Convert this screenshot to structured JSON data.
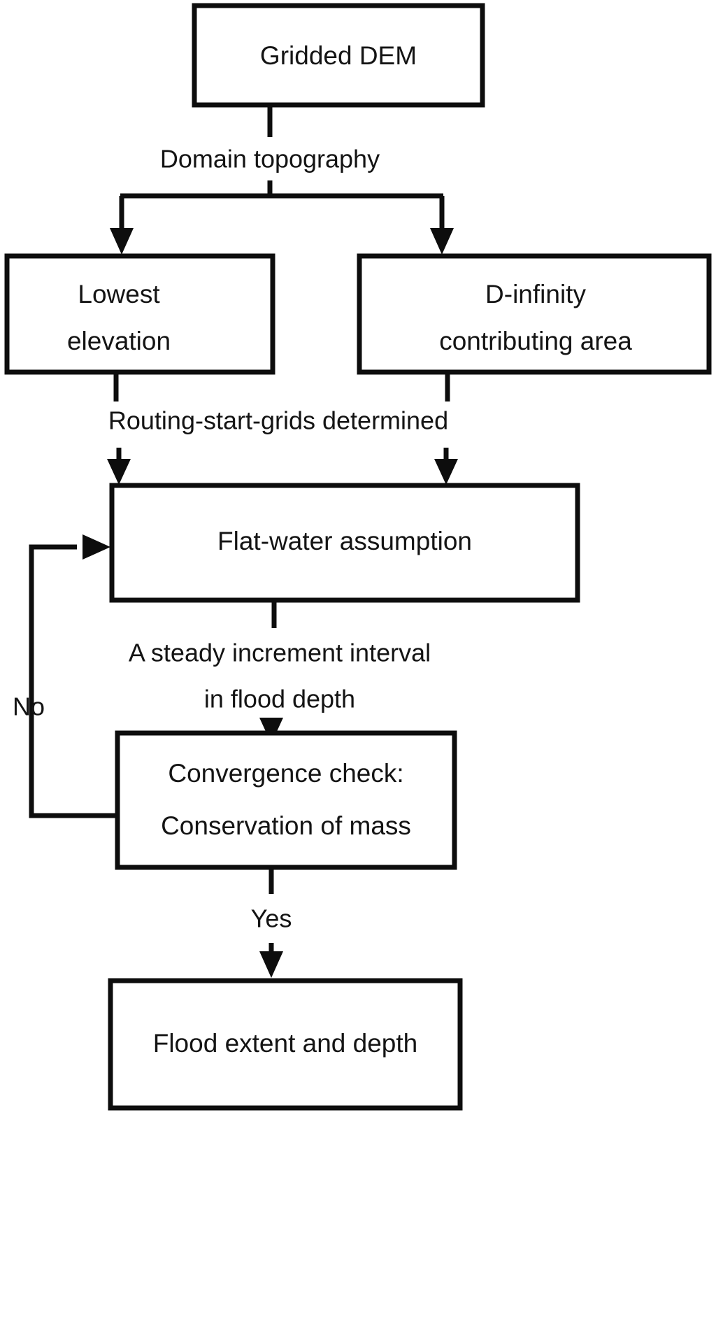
{
  "diagram": {
    "title": "Flood routing model flowchart",
    "background_color": "#ffffff",
    "line_color": "#0d0d0d",
    "text_color": "#141414"
  },
  "nodes": {
    "gridded_dem": {
      "label": "Gridded DEM"
    },
    "lowest_elevation": {
      "line1": "Lowest",
      "line2": "elevation"
    },
    "d_infinity": {
      "line1": "D-infinity",
      "line2": "contributing area"
    },
    "flat_water": {
      "label": "Flat-water assumption"
    },
    "convergence": {
      "line1": "Convergence check:",
      "line2": "Conservation of mass"
    },
    "flood_output": {
      "label": "Flood extent and depth"
    }
  },
  "edge_labels": {
    "domain_topography": "Domain topography",
    "routing_start_grids": "Routing-start-grids determined",
    "steady_increment_line1": "A steady increment interval",
    "steady_increment_line2": "in flood depth",
    "no_branch": "No",
    "yes_branch": "Yes"
  }
}
